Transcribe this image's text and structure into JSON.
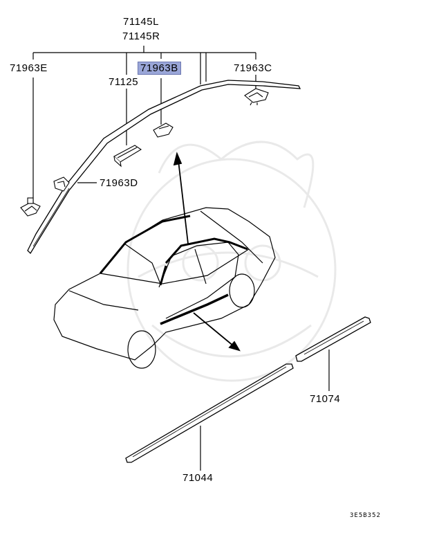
{
  "labels": {
    "main_l": "71145L",
    "main_r": "71145R",
    "clip_e": "71963E",
    "clip_b": "71963B",
    "clip_c": "71963C",
    "part_125": "71125",
    "clip_d": "71963D",
    "part_074": "71074",
    "part_044": "71044"
  },
  "footer_code": "3E5B352",
  "highlight_color": "#9aa6d8"
}
